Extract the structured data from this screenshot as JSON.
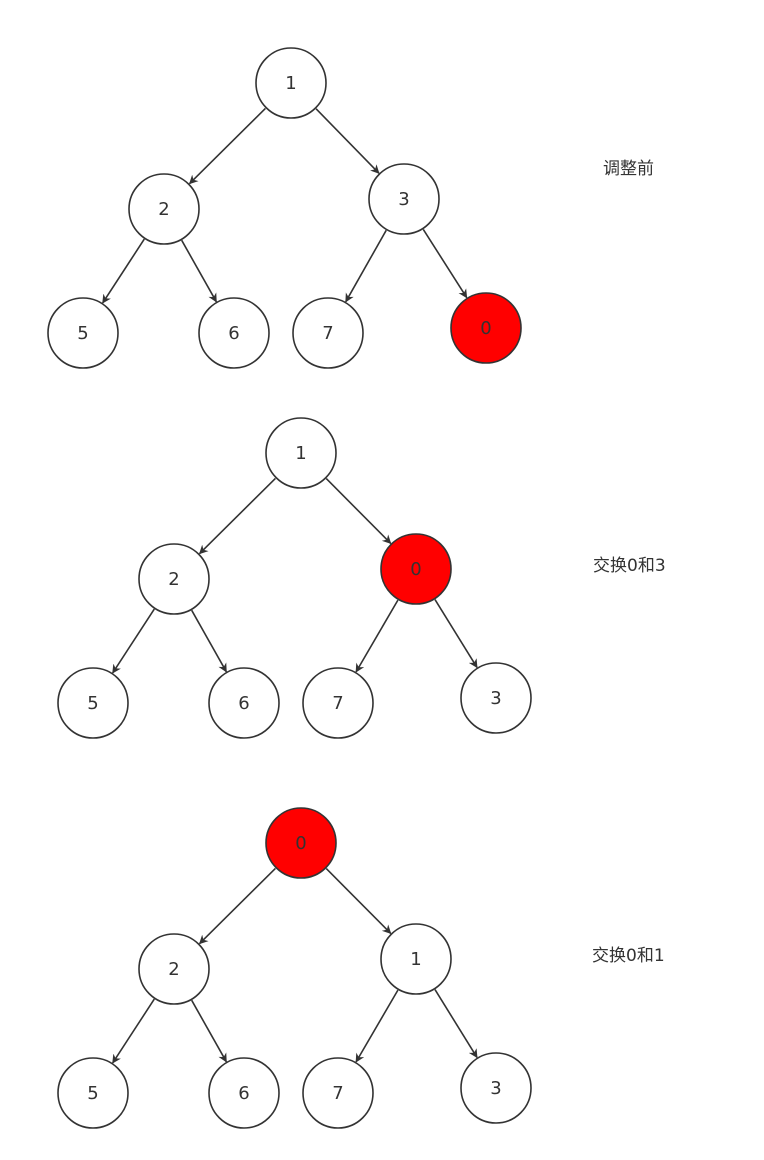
{
  "colors": {
    "edge": "#333333",
    "node_fill": "#ffffff",
    "node_stroke": "#333333",
    "highlight_fill": "#ff0000",
    "text": "#333333",
    "background": "#ffffff"
  },
  "stages": [
    {
      "id": "before",
      "caption": "调整前",
      "nodes": [
        {
          "id": "n1",
          "label": "1",
          "highlight": false
        },
        {
          "id": "n2",
          "label": "2",
          "highlight": false
        },
        {
          "id": "n3",
          "label": "3",
          "highlight": false
        },
        {
          "id": "n4",
          "label": "5",
          "highlight": false
        },
        {
          "id": "n5",
          "label": "6",
          "highlight": false
        },
        {
          "id": "n6",
          "label": "7",
          "highlight": false
        },
        {
          "id": "n7",
          "label": "0",
          "highlight": true
        }
      ],
      "edges": [
        [
          "n1",
          "n2"
        ],
        [
          "n1",
          "n3"
        ],
        [
          "n2",
          "n4"
        ],
        [
          "n2",
          "n5"
        ],
        [
          "n3",
          "n6"
        ],
        [
          "n3",
          "n7"
        ]
      ]
    },
    {
      "id": "swap-0-3",
      "caption": "交换0和3",
      "nodes": [
        {
          "id": "n1",
          "label": "1",
          "highlight": false
        },
        {
          "id": "n2",
          "label": "2",
          "highlight": false
        },
        {
          "id": "n3",
          "label": "0",
          "highlight": true
        },
        {
          "id": "n4",
          "label": "5",
          "highlight": false
        },
        {
          "id": "n5",
          "label": "6",
          "highlight": false
        },
        {
          "id": "n6",
          "label": "7",
          "highlight": false
        },
        {
          "id": "n7",
          "label": "3",
          "highlight": false
        }
      ],
      "edges": [
        [
          "n1",
          "n2"
        ],
        [
          "n1",
          "n3"
        ],
        [
          "n2",
          "n4"
        ],
        [
          "n2",
          "n5"
        ],
        [
          "n3",
          "n6"
        ],
        [
          "n3",
          "n7"
        ]
      ]
    },
    {
      "id": "swap-0-1",
      "caption": "交换0和1",
      "nodes": [
        {
          "id": "n1",
          "label": "0",
          "highlight": true
        },
        {
          "id": "n2",
          "label": "2",
          "highlight": false
        },
        {
          "id": "n3",
          "label": "1",
          "highlight": false
        },
        {
          "id": "n4",
          "label": "5",
          "highlight": false
        },
        {
          "id": "n5",
          "label": "6",
          "highlight": false
        },
        {
          "id": "n6",
          "label": "7",
          "highlight": false
        },
        {
          "id": "n7",
          "label": "3",
          "highlight": false
        }
      ],
      "edges": [
        [
          "n1",
          "n2"
        ],
        [
          "n1",
          "n3"
        ],
        [
          "n2",
          "n4"
        ],
        [
          "n2",
          "n5"
        ],
        [
          "n3",
          "n6"
        ],
        [
          "n3",
          "n7"
        ]
      ]
    }
  ]
}
